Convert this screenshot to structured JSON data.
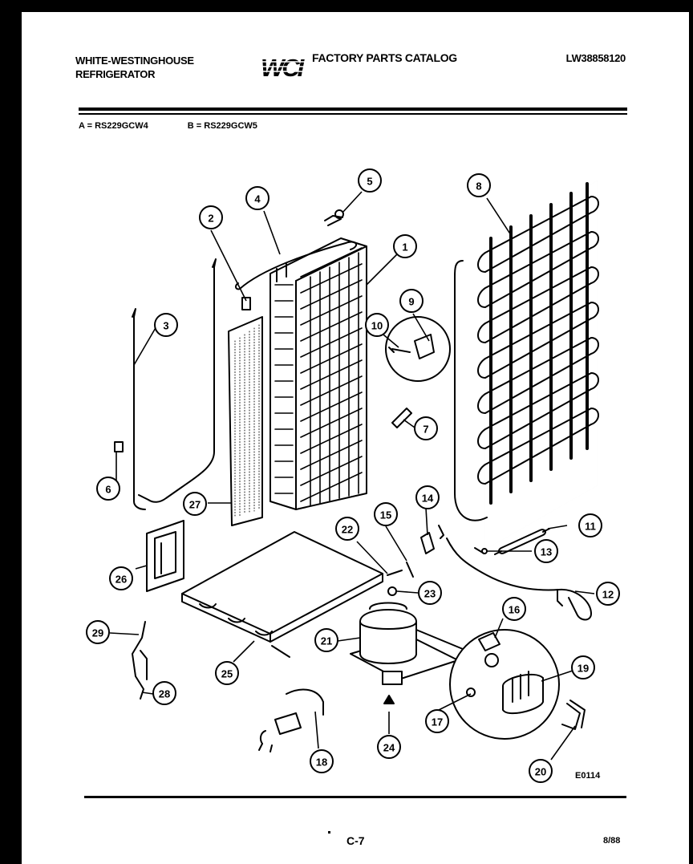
{
  "header": {
    "brand_line1": "WHITE-WESTINGHOUSE",
    "brand_line2": "REFRIGERATOR",
    "logo_text": "WCI",
    "catalog_title": "FACTORY PARTS CATALOG",
    "document_number": "LW38858120"
  },
  "models": {
    "a": "A = RS229GCW4",
    "b": "B = RS229GCW5"
  },
  "callouts": [
    "1",
    "2",
    "3",
    "4",
    "5",
    "6",
    "7",
    "8",
    "9",
    "10",
    "11",
    "12",
    "13",
    "14",
    "15",
    "16",
    "17",
    "18",
    "19",
    "20",
    "21",
    "22",
    "23",
    "24",
    "25",
    "26",
    "27",
    "28",
    "29",
    "8"
  ],
  "diagram_ref": "E0114",
  "footer": {
    "page": "C-7",
    "date": "8/88"
  }
}
